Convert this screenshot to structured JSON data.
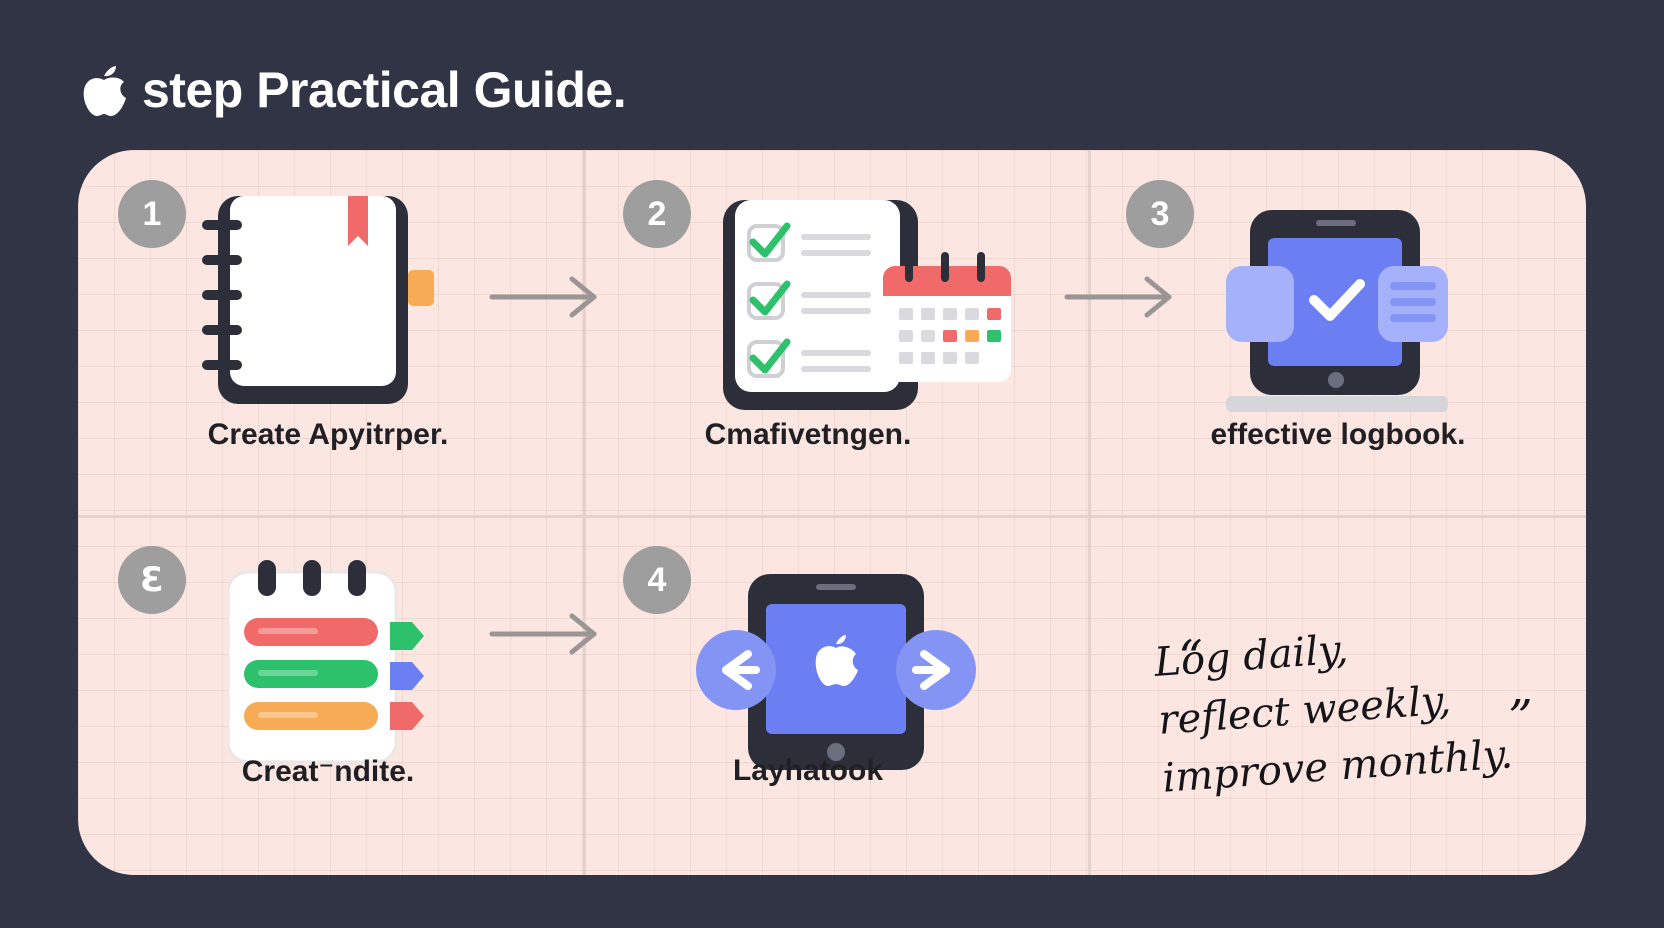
{
  "header": {
    "title": "step Practical Guide.",
    "logo_icon": "apple-logo-icon"
  },
  "steps": [
    {
      "badge": "1",
      "label": "Create Apyitrper.",
      "icon": "notebook-icon"
    },
    {
      "badge": "2",
      "label": "Cmafivetngen.",
      "icon": "checklist-calendar-icon"
    },
    {
      "badge": "3",
      "label": "effective logbook.",
      "icon": "tablet-check-icon"
    },
    {
      "badge": "Ꜫ",
      "label": "Creat⁻ndite.",
      "icon": "notepad-tags-icon"
    },
    {
      "badge": "4",
      "label": "Layhatook",
      "icon": "tablet-apple-icon"
    }
  ],
  "quote": {
    "open_mark": "“",
    "close_mark": "”",
    "lines": [
      "Log daily,",
      "reflect weekly,",
      "improve monthly."
    ]
  },
  "colors": {
    "background": "#313445",
    "board": "#fbe6e1",
    "badge": "#9e9e9e",
    "accent_blue": "#6b7ff2",
    "accent_green": "#2ec16b",
    "accent_red": "#f06a6a",
    "accent_orange": "#f7ab55"
  }
}
